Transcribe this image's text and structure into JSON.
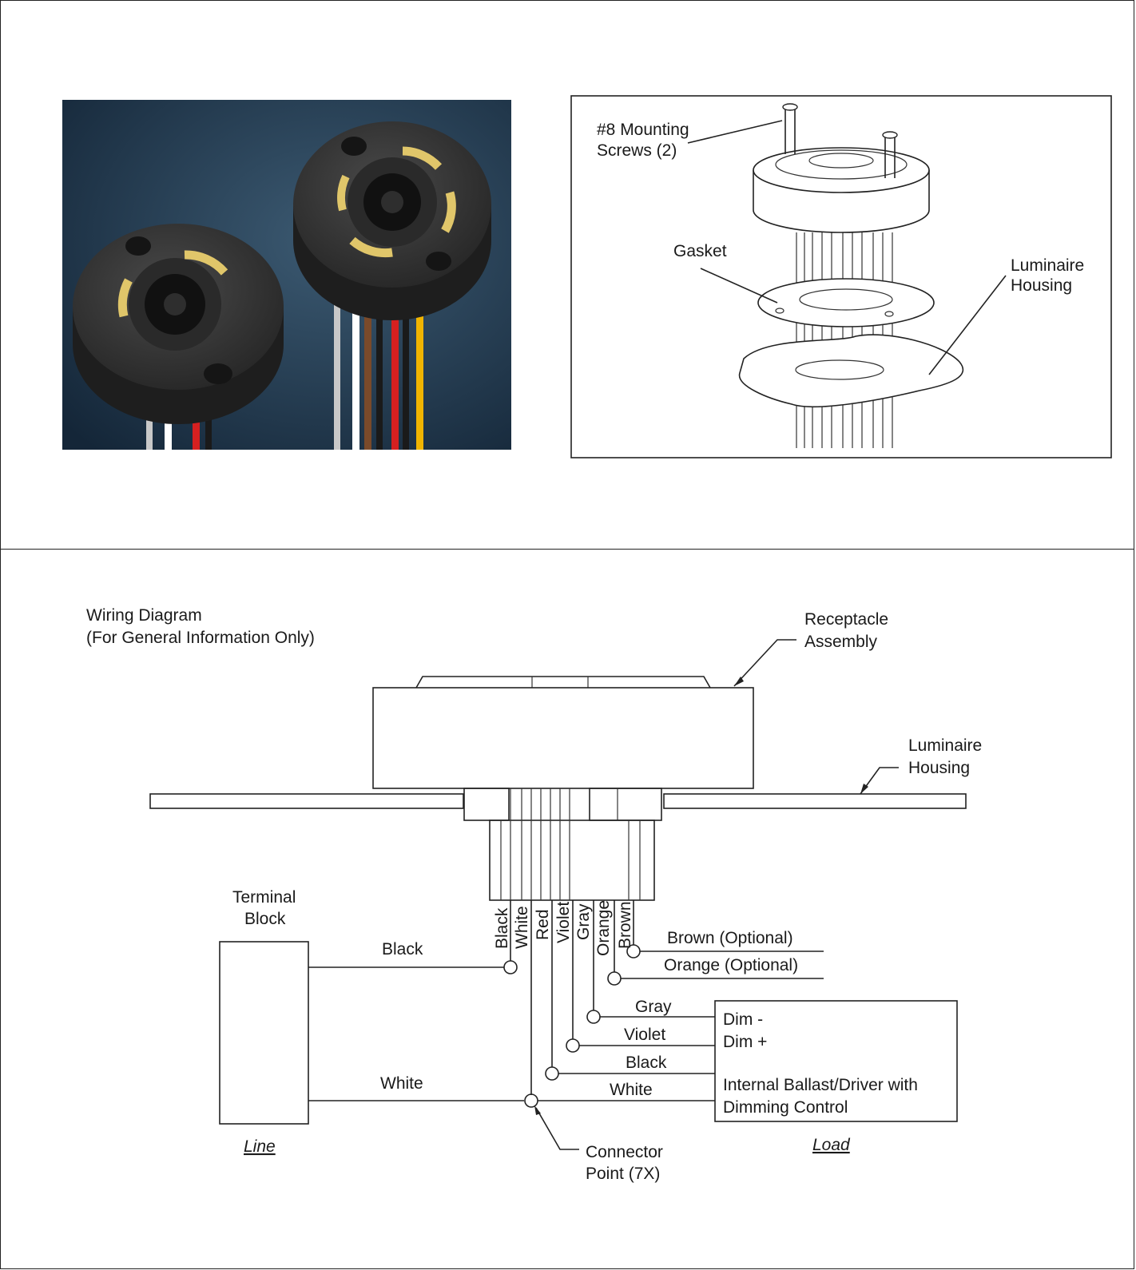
{
  "photo": {
    "description_icon": "receptacle-photo",
    "background_color": "#1e3448",
    "receptacle_color": "#3a3a3a",
    "contact_color": "#e0c66a",
    "wire_colors": [
      "#c8c8c8",
      "#ffffff",
      "#7a4a2a",
      "#d62020",
      "#1a1a1a",
      "#f0b400"
    ]
  },
  "assembly": {
    "mounting_screws_line1": "#8 Mounting",
    "mounting_screws_line2": "Screws (2)",
    "gasket": "Gasket",
    "housing_line1": "Luminaire",
    "housing_line2": "Housing"
  },
  "wiring": {
    "title_line1": "Wiring Diagram",
    "title_line2": "(For General Information Only)",
    "receptacle_line1": "Receptacle",
    "receptacle_line2": "Assembly",
    "housing_line1": "Luminaire",
    "housing_line2": "Housing",
    "terminal_line1": "Terminal",
    "terminal_line2": "Block",
    "line_label": "Line",
    "load_label": "Load",
    "connector_line1": "Connector",
    "connector_line2": "Point (7X)",
    "wire_labels": [
      "Black",
      "White",
      "Red",
      "Violet",
      "Gray",
      "Orange",
      "Brown"
    ],
    "brown_optional": "Brown (Optional)",
    "orange_optional": "Orange (Optional)",
    "line_black": "Black",
    "line_white": "White",
    "load_gray": "Gray",
    "load_violet": "Violet",
    "load_black": "Black",
    "load_white": "White",
    "dim_minus": "Dim -",
    "dim_plus": "Dim +",
    "ballast_line1": "Internal Ballast/Driver with",
    "ballast_line2": "Dimming Control"
  }
}
